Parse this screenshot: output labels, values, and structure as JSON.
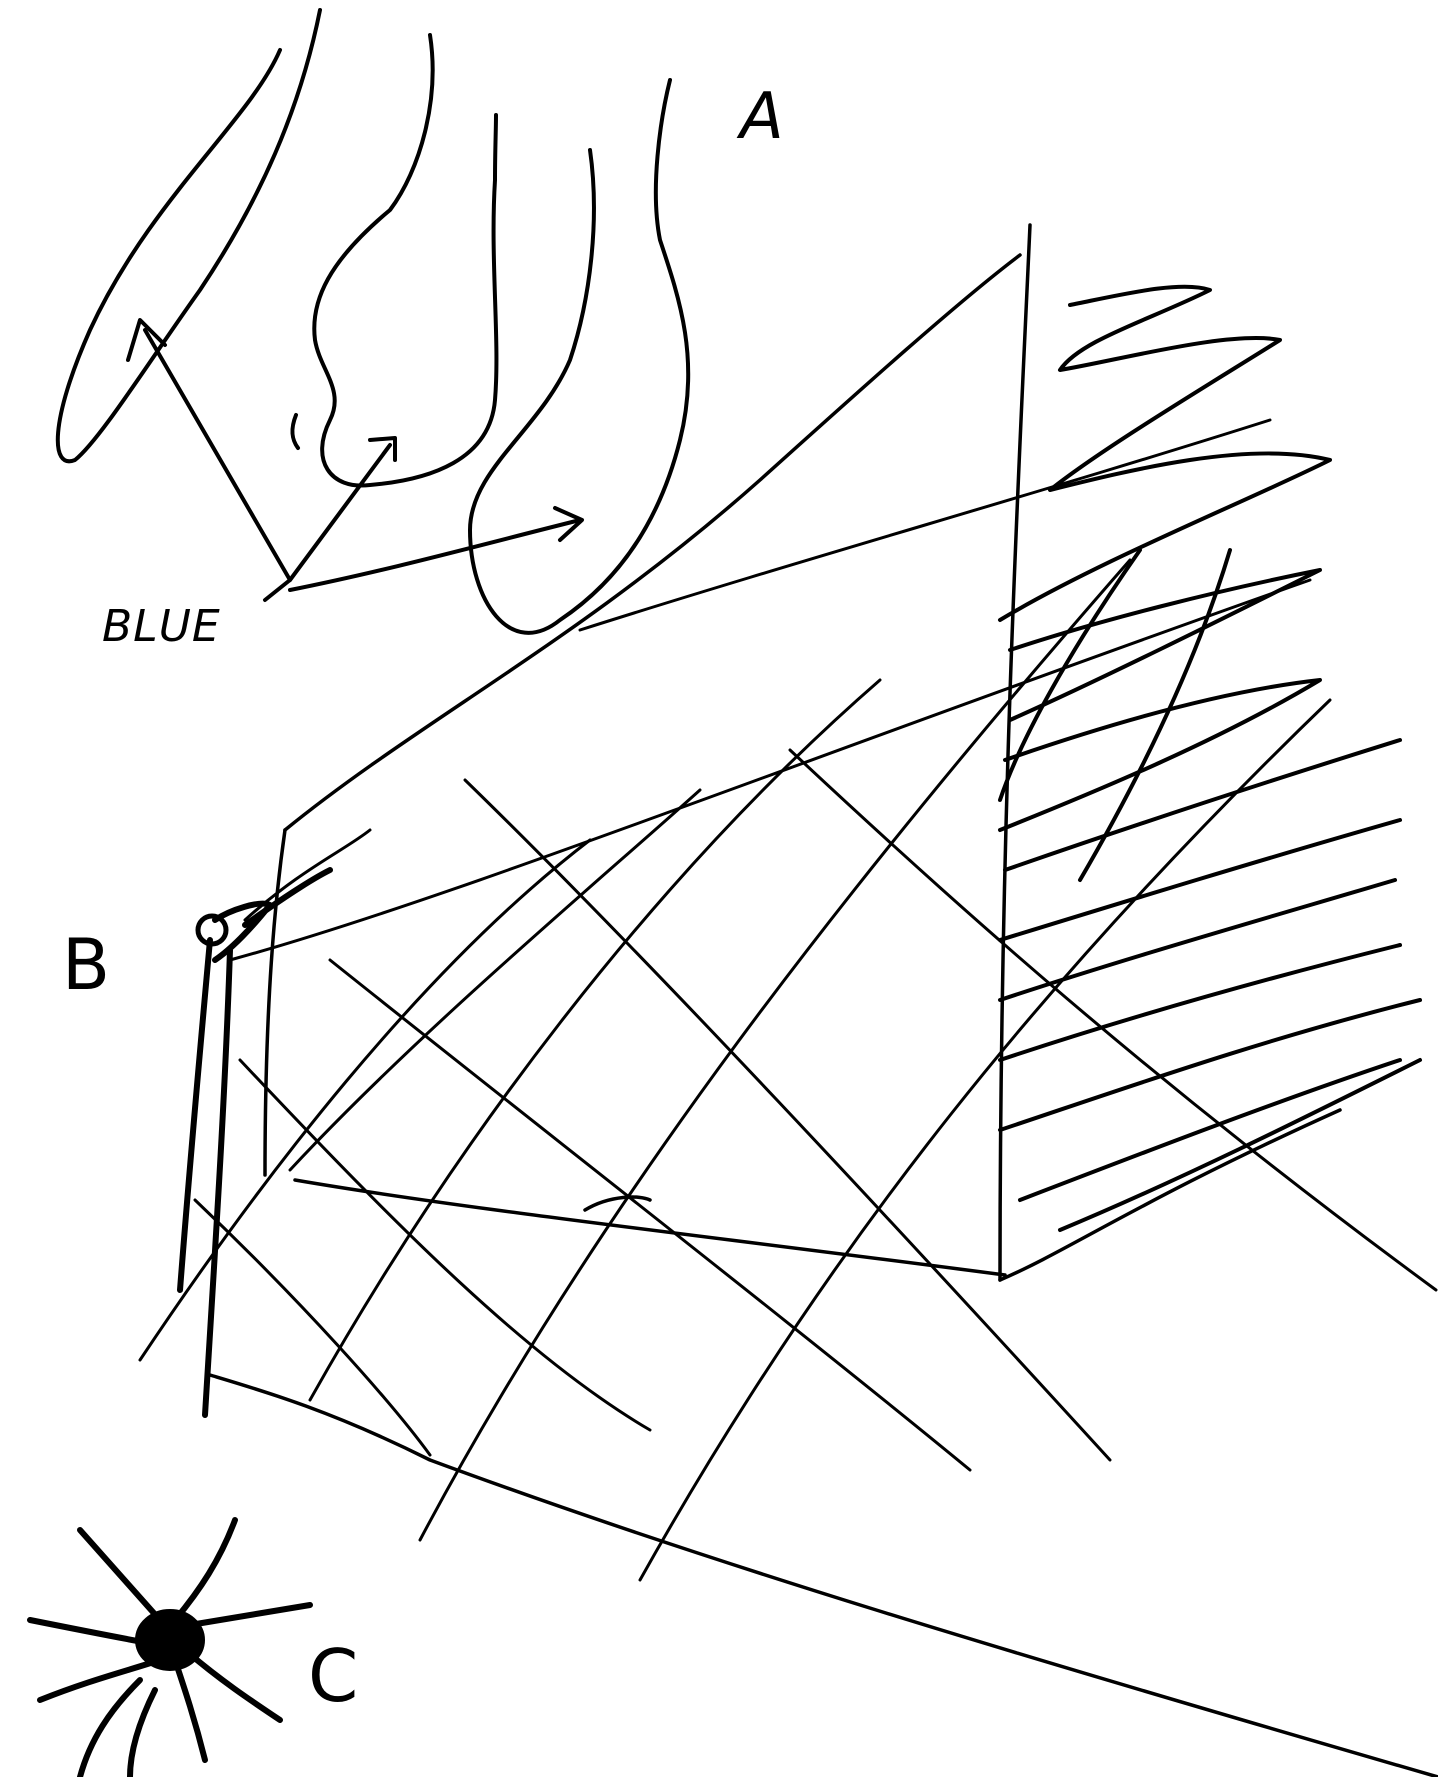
{
  "labels": {
    "a": "A",
    "b": "B",
    "c": "C",
    "blue": "BLUE"
  },
  "colors": {
    "ink": "#000000",
    "paper": "#ffffff"
  }
}
